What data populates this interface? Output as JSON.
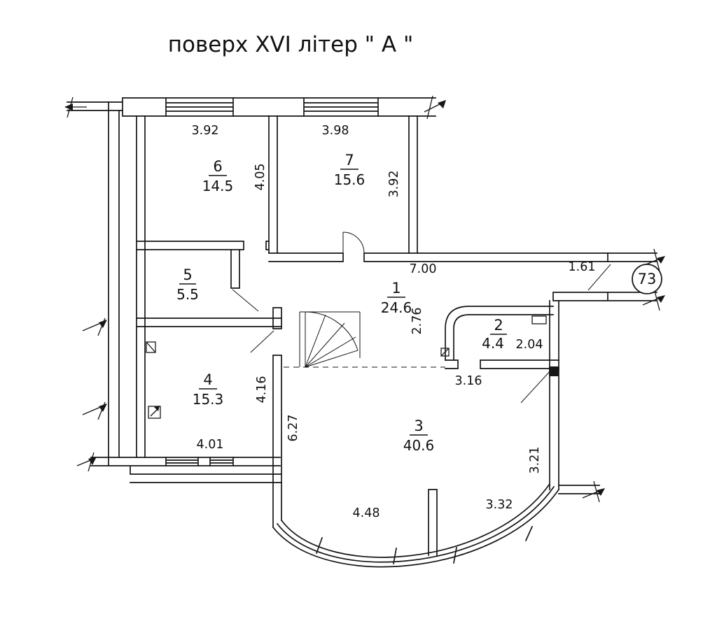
{
  "title": "поверх  XVI літер \" А \"",
  "apartment_badge": "73",
  "rooms": {
    "r1": {
      "number": "1",
      "area": "24.6"
    },
    "r2": {
      "number": "2",
      "area": "4.4"
    },
    "r3": {
      "number": "3",
      "area": "40.6"
    },
    "r4": {
      "number": "4",
      "area": "15.3"
    },
    "r5": {
      "number": "5",
      "area": "5.5"
    },
    "r6": {
      "number": "6",
      "area": "14.5"
    },
    "r7": {
      "number": "7",
      "area": "15.6"
    }
  },
  "dimensions": {
    "room6_width": "3.92",
    "room7_width": "3.98",
    "room6_depth": "4.05",
    "room7_depth": "3.92",
    "hall_width": "7.00",
    "entry_width": "1.61",
    "hall_depth": "2.76",
    "room2_width": "2.04",
    "opening_width": "3.16",
    "room4_depth": "4.16",
    "room3_left_depth": "6.27",
    "room4_width": "4.01",
    "room3_right_depth": "3.21",
    "room3_width_right": "3.32",
    "room3_width_left": "4.48"
  }
}
